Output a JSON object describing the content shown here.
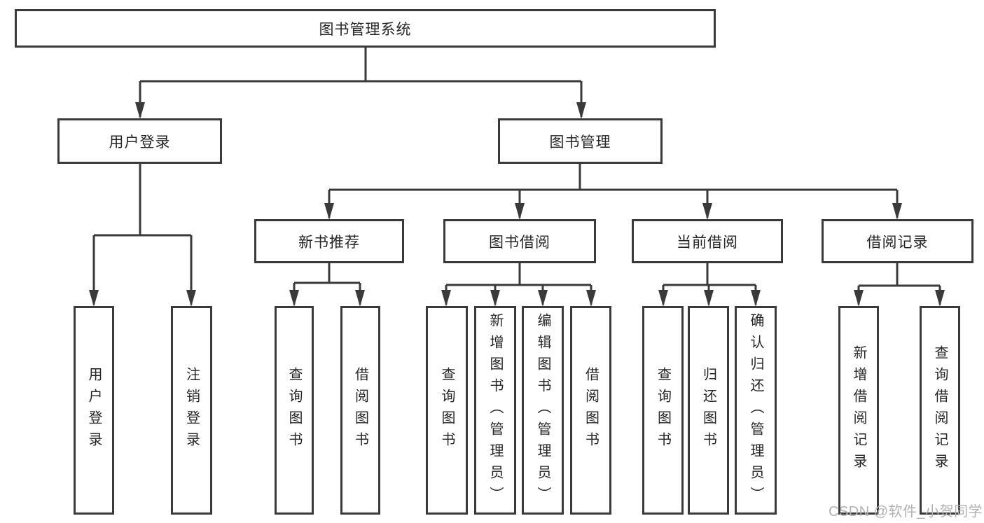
{
  "tree": {
    "root": {
      "label": "图书管理系统"
    },
    "branches": [
      {
        "label": "用户登录",
        "children": [
          {
            "label": "用户登录"
          },
          {
            "label": "注销登录"
          }
        ]
      },
      {
        "label": "图书管理",
        "children": [
          {
            "label": "新书推荐",
            "children": [
              {
                "label": "查询图书"
              },
              {
                "label": "借阅图书"
              }
            ]
          },
          {
            "label": "图书借阅",
            "children": [
              {
                "label": "查询图书"
              },
              {
                "label": "新增图书（管理员）"
              },
              {
                "label": "编辑图书（管理员）"
              },
              {
                "label": "借阅图书"
              }
            ]
          },
          {
            "label": "当前借阅",
            "children": [
              {
                "label": "查询图书"
              },
              {
                "label": "归还图书"
              },
              {
                "label": "确认归还（管理员）"
              }
            ]
          },
          {
            "label": "借阅记录",
            "children": [
              {
                "label": "新增借阅记录"
              },
              {
                "label": "查询借阅记录"
              }
            ]
          }
        ]
      }
    ]
  },
  "watermark": {
    "text": "CSDN @软件_小贺同学"
  },
  "colors": {
    "line": "#3a3a3a",
    "box_border": "#3a3a3a",
    "text": "#262626",
    "background": "#ffffff",
    "watermark": "#b2b2b2"
  }
}
